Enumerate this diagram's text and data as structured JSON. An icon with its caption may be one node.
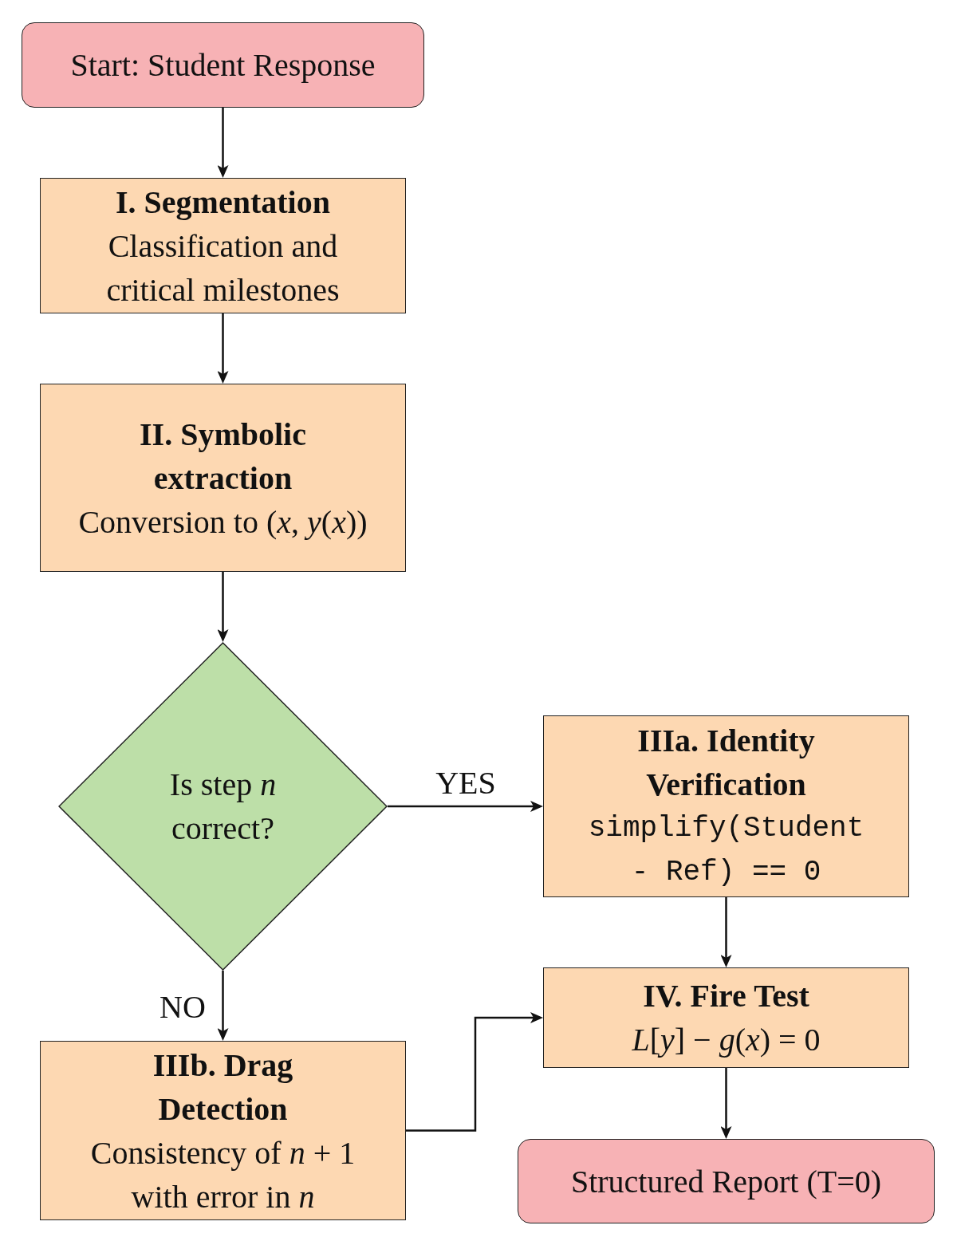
{
  "diagram": {
    "nodes": [
      {
        "text": [
          "Start: Student Response"
        ]
      },
      {
        "text": [
          "I. Segmentation",
          "Classification and critical milestones"
        ]
      },
      {
        "text": [
          "II. Symbolic extraction",
          "Conversion to (*x*, *y*(*x*))"
        ]
      },
      {
        "text": [
          "Is step *n* correct?"
        ]
      },
      {
        "text": [
          "IIIa. Identity Verification",
          "simplify(Student - Ref) == 0"
        ]
      },
      {
        "text": [
          "IV. Fire Test",
          "*L*[*y*] − *g*(*x*) = 0"
        ]
      },
      {
        "text": [
          "IIIb. Drag Detection",
          "Consistency of *n* + 1 with error in *n*"
        ]
      },
      {
        "text": [
          "Structured Report (T=0)"
        ]
      }
    ],
    "edges": [
      {
        "from": 0,
        "to": 1,
        "arrow": "to"
      },
      {
        "from": 1,
        "to": 2,
        "arrow": "to"
      },
      {
        "from": 2,
        "to": 3,
        "arrow": "to"
      },
      {
        "from": 3,
        "to": 4,
        "arrow": "to",
        "label": "YES"
      },
      {
        "from": 3,
        "to": 6,
        "arrow": "to",
        "label": "NO"
      },
      {
        "from": 4,
        "to": 5,
        "arrow": "to"
      },
      {
        "from": 6,
        "to": 5,
        "arrow": "to"
      },
      {
        "from": 5,
        "to": 7,
        "arrow": "to"
      }
    ]
  }
}
